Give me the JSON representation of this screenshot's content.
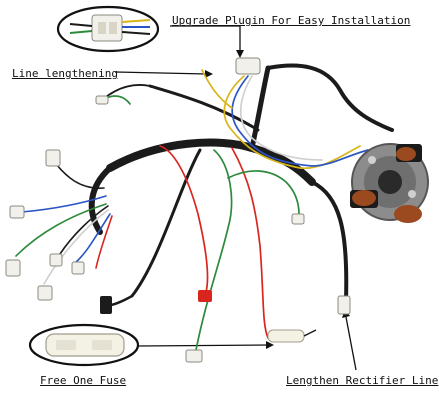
{
  "labels": {
    "upgrade_plugin": "Upgrade Plugin For Easy Installation",
    "line_lengthening": "Line lengthening",
    "free_fuse": "Free One Fuse",
    "lengthen_rectifier": "Lengthen Rectifier Line"
  },
  "colors": {
    "background": "#ffffff",
    "harness_black": "#1b1b1b",
    "wire_red": "#d8261f",
    "wire_green": "#2d8a3c",
    "wire_yellow": "#d9b51a",
    "wire_blue": "#2b55c4",
    "wire_white": "#cfcfcf",
    "connector_white": "#f2f0ea",
    "coil_copper": "#9a4a1e",
    "stator_metal": "#8c8c8c"
  }
}
